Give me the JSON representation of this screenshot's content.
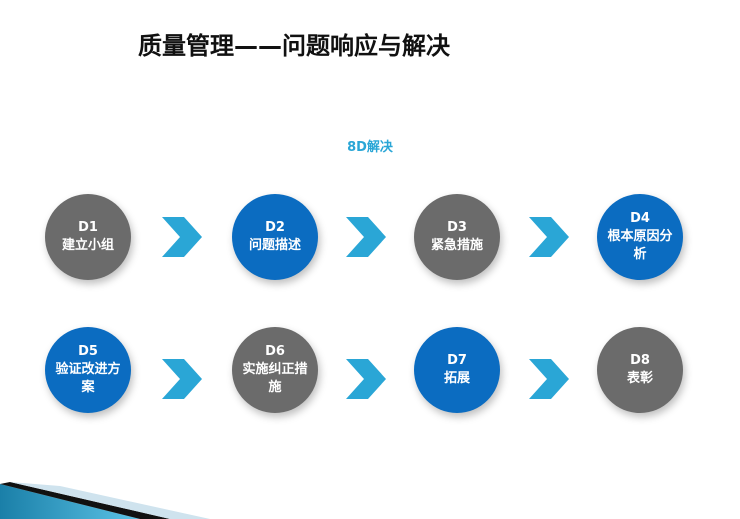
{
  "title": "质量管理——问题响应与解决",
  "subtitle": "8D解决",
  "steps": [
    {
      "code": "D1",
      "label": "建立小组",
      "color": "#6b6b6b"
    },
    {
      "code": "D2",
      "label": "问题描述",
      "color": "#0b6cc1"
    },
    {
      "code": "D3",
      "label": "紧急措施",
      "color": "#6b6b6b"
    },
    {
      "code": "D4",
      "label": "根本原因分析",
      "color": "#0b6cc1"
    },
    {
      "code": "D5",
      "label": "验证改进方案",
      "color": "#0b6cc1"
    },
    {
      "code": "D6",
      "label": "实施纠正措施",
      "color": "#6b6b6b"
    },
    {
      "code": "D7",
      "label": "拓展",
      "color": "#0b6cc1"
    },
    {
      "code": "D8",
      "label": "表彰",
      "color": "#6b6b6b"
    }
  ],
  "arrow_color": "#2aa6d6"
}
